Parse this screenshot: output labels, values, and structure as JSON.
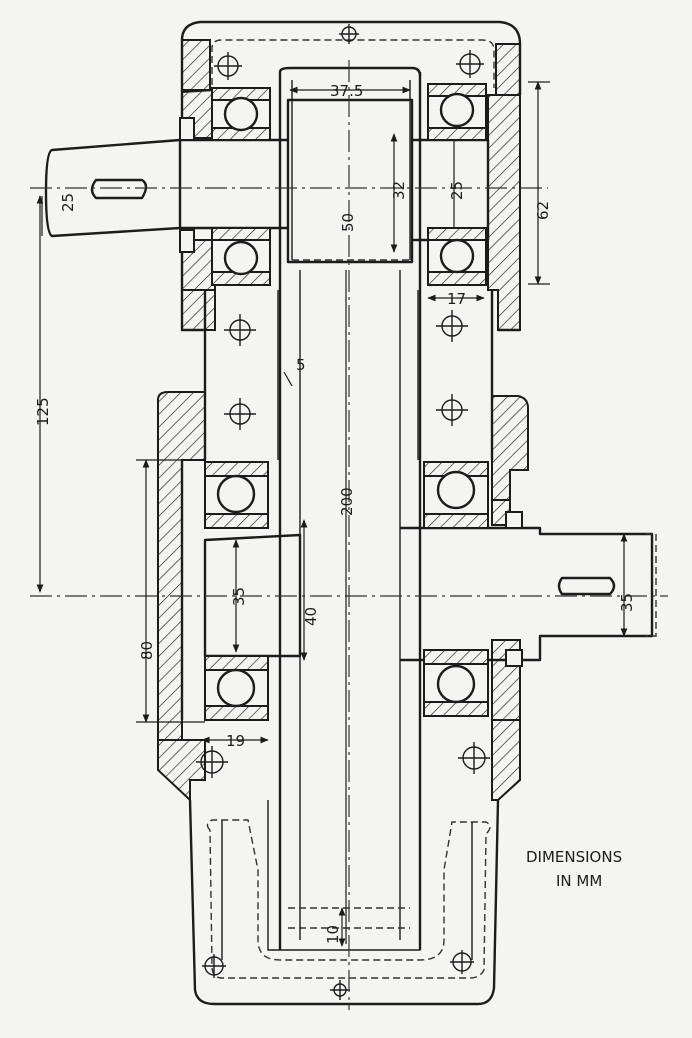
{
  "note": {
    "line1": "DIMENSIONS",
    "line2": "IN MM"
  },
  "dims": {
    "d375": "37.5",
    "d25_top_left": "25",
    "d50": "50",
    "d32": "32",
    "d25_top_right": "25",
    "d62": "62",
    "d17": "17",
    "d5": "5",
    "d125": "125",
    "d200": "200",
    "d35_left": "35",
    "d40": "40",
    "d35_right": "35",
    "d80": "80",
    "d19": "19",
    "d10": "10"
  },
  "colors": {
    "ink": "#1c1c1c",
    "paper": "#f4f4f2"
  }
}
